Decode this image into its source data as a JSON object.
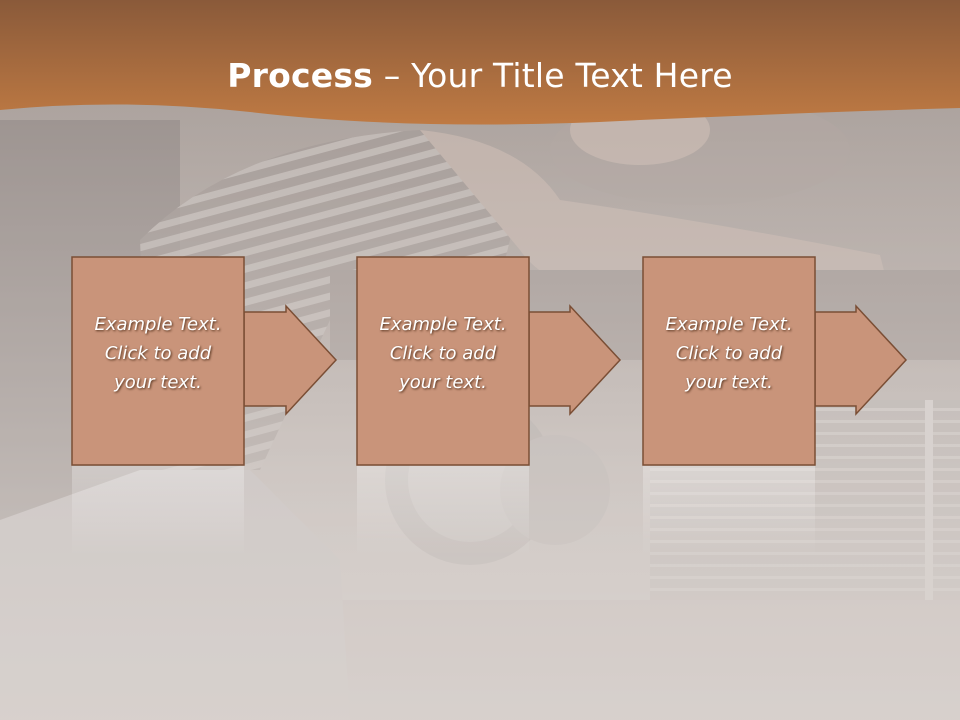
{
  "colors": {
    "header": "#b8743f",
    "box_fill": "#c9947a",
    "box_stroke": "#7a4e35",
    "background": "#d9d3cf"
  },
  "title": {
    "bold": "Process",
    "rest": " – Your Title Text Here"
  },
  "steps": [
    {
      "line1": "Example Text.",
      "line2": "Click  to add",
      "line3": "your text."
    },
    {
      "line1": "Example Text.",
      "line2": "Click  to add",
      "line3": "your text."
    },
    {
      "line1": "Example Text.",
      "line2": "Click  to add",
      "line3": "your text."
    }
  ]
}
